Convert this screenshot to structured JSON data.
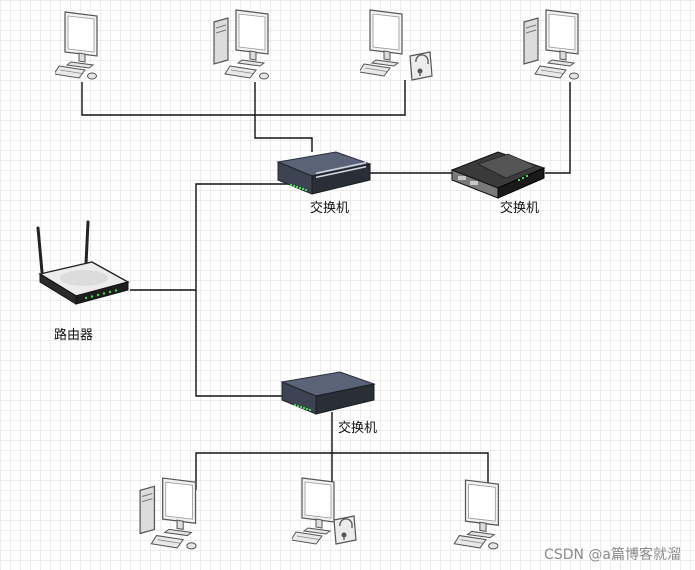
{
  "labels": {
    "switch_top": "交换机",
    "switch_right": "交换机",
    "switch_bottom": "交换机",
    "router": "路由器"
  },
  "watermark": "CSDN @a篇博客就溜",
  "icons": {
    "pc": "desktop-computer-icon",
    "pc_tower": "desktop-tower-computer-icon",
    "pc_lock": "desktop-computer-with-lock-icon",
    "switch": "network-switch-icon",
    "router": "wireless-router-icon"
  },
  "colors": {
    "line": "#111111",
    "port_green": "#3fdc4b"
  }
}
